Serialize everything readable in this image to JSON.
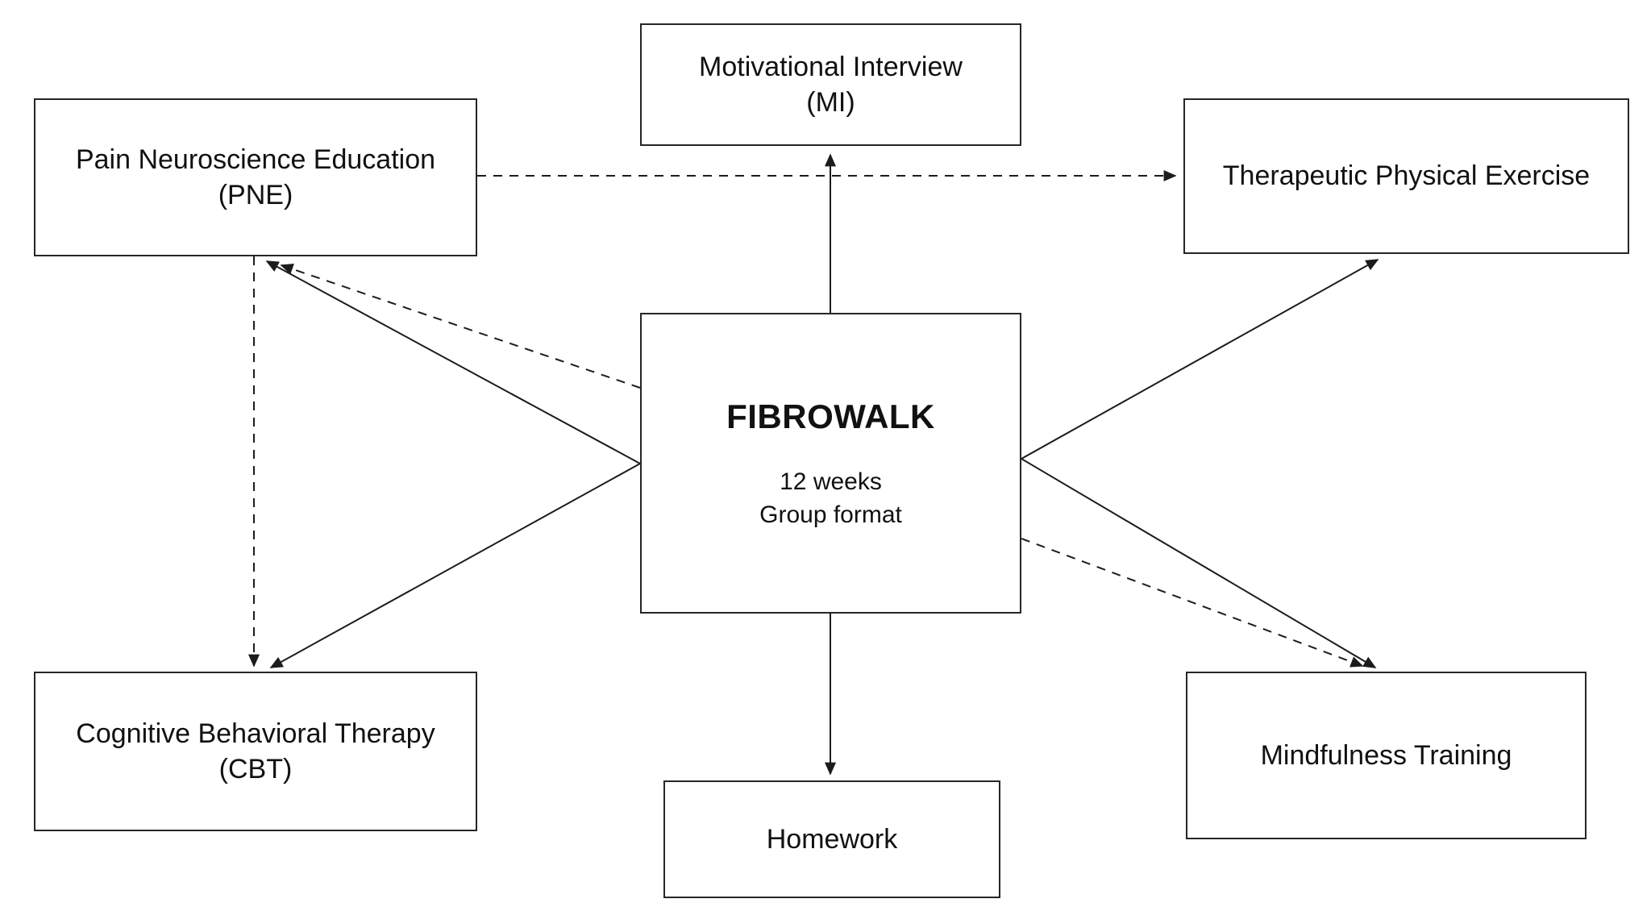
{
  "center": {
    "title": "FIBROWALK",
    "duration": "12 weeks",
    "format": "Group format"
  },
  "nodes": {
    "mi": {
      "line1": "Motivational Interview",
      "line2": "(MI)"
    },
    "pne": {
      "line1": "Pain Neuroscience Education",
      "line2": "(PNE)"
    },
    "tpe": {
      "line1": "Therapeutic Physical Exercise"
    },
    "cbt": {
      "line1": "Cognitive Behavioral Therapy",
      "line2": "(CBT)"
    },
    "mindfulness": {
      "line1": "Mindfulness Training"
    },
    "homework": {
      "line1": "Homework"
    }
  },
  "edges": [
    {
      "from": "FIBROWALK",
      "to": "Motivational Interview (MI)",
      "style": "solid"
    },
    {
      "from": "FIBROWALK",
      "to": "Homework",
      "style": "solid"
    },
    {
      "from": "FIBROWALK",
      "to": "Pain Neuroscience Education (PNE)",
      "style": "solid"
    },
    {
      "from": "FIBROWALK",
      "to": "Cognitive Behavioral Therapy (CBT)",
      "style": "solid"
    },
    {
      "from": "FIBROWALK",
      "to": "Therapeutic Physical Exercise",
      "style": "solid"
    },
    {
      "from": "FIBROWALK",
      "to": "Mindfulness Training",
      "style": "solid"
    },
    {
      "from": "FIBROWALK",
      "to": "Pain Neuroscience Education (PNE)",
      "style": "dashed"
    },
    {
      "from": "FIBROWALK",
      "to": "Mindfulness Training",
      "style": "dashed"
    },
    {
      "from": "Pain Neuroscience Education (PNE)",
      "to": "Therapeutic Physical Exercise",
      "style": "dashed"
    },
    {
      "from": "Pain Neuroscience Education (PNE)",
      "to": "Cognitive Behavioral Therapy (CBT)",
      "style": "dashed"
    }
  ],
  "colors": {
    "line": "#1c1c1c",
    "box_border": "#262626",
    "background": "#ffffff",
    "text": "#111111"
  }
}
